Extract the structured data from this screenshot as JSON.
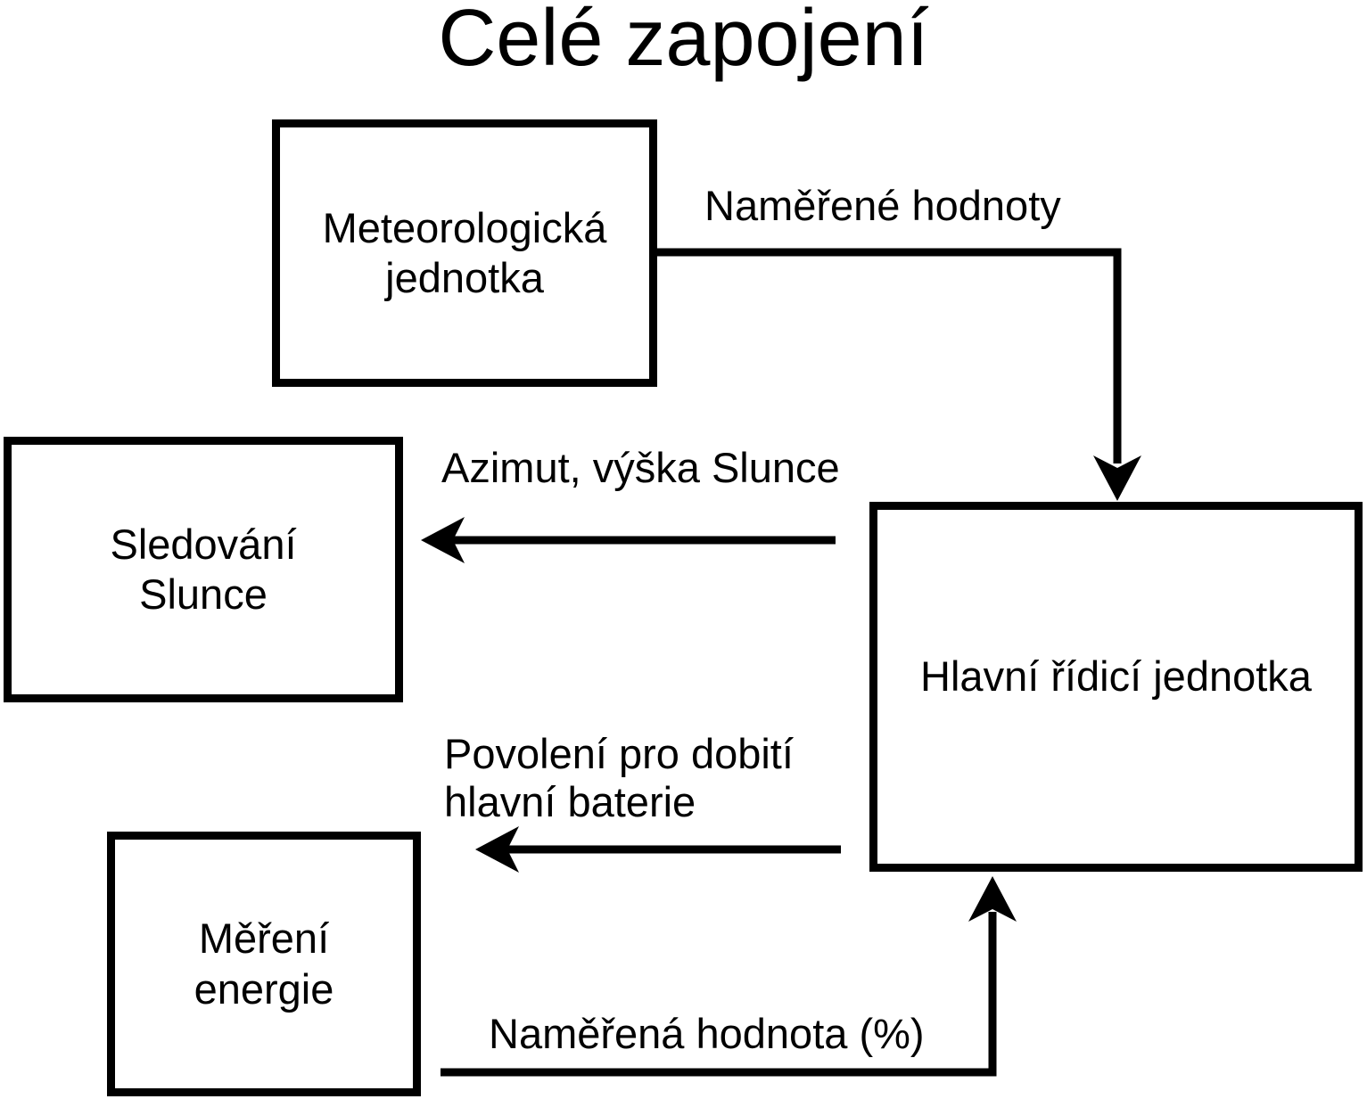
{
  "title": "Celé zapojení",
  "boxes": {
    "meteorologicka": {
      "lines": [
        "Meteorologická",
        "jednotka"
      ]
    },
    "sledovani": {
      "lines": [
        "Sledování",
        "Slunce"
      ]
    },
    "hlavni": {
      "lines": [
        "Hlavní řídicí jednotka"
      ]
    },
    "mereni": {
      "lines": [
        "Měření",
        "energie"
      ]
    }
  },
  "arrow_labels": {
    "namerene_hodnoty": "Naměřené hodnoty",
    "azimut_vyska_slunce": "Azimut, výška Slunce",
    "povoleni": {
      "lines": [
        "Povolení pro dobití",
        "hlavní baterie"
      ]
    },
    "namerena_hodnota": "Naměřená hodnota (%)"
  },
  "colors": {
    "stroke": "#000000",
    "text": "#000000",
    "background": "#ffffff"
  }
}
